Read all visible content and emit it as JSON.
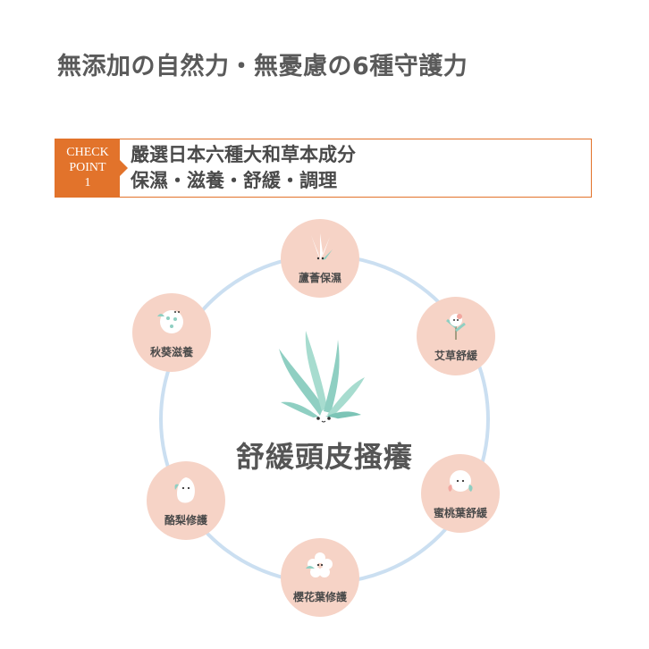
{
  "title": "無添加の自然力・無憂慮の6種守護力",
  "check_point": {
    "badge_line1": "CHECK",
    "badge_line2": "POINT",
    "badge_line3": "1",
    "heading": "嚴選日本六種大和草本成分",
    "subheading": "保濕・滋養・舒緩・調理"
  },
  "diagram": {
    "center_label": "舒緩頭皮搔癢",
    "nodes": [
      {
        "label": "蘆薈保濕",
        "icon": "aloe-icon"
      },
      {
        "label": "艾草舒緩",
        "icon": "mugwort-icon"
      },
      {
        "label": "蜜桃葉舒緩",
        "icon": "peach-icon"
      },
      {
        "label": "櫻花葉修護",
        "icon": "sakura-icon"
      },
      {
        "label": "酪梨修護",
        "icon": "avocado-icon"
      },
      {
        "label": "秋葵滋養",
        "icon": "okra-icon"
      }
    ]
  },
  "colors": {
    "accent": "#e2732b",
    "node_bg": "#f6d3c6",
    "ring": "#cbdff1",
    "plant": "#8fcfc2"
  }
}
